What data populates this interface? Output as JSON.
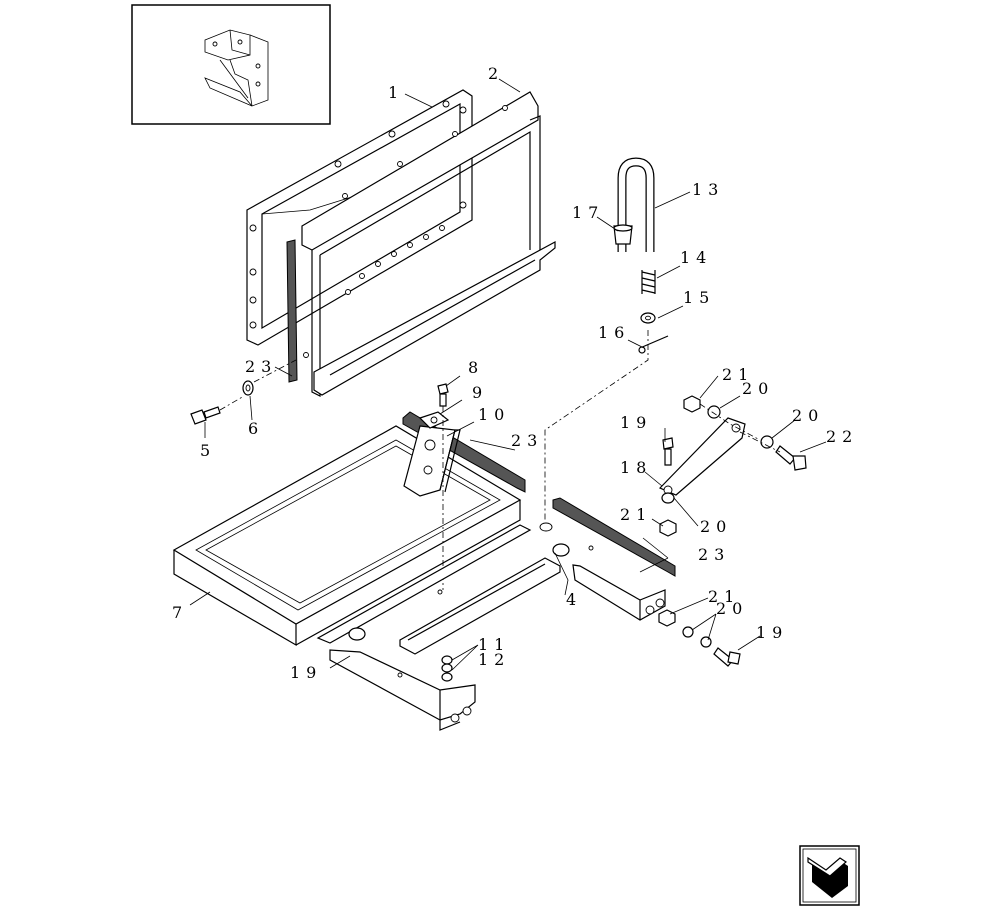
{
  "callouts": {
    "c1": "1",
    "c2": "2",
    "c4": "4",
    "c5": "5",
    "c6": "6",
    "c7": "7",
    "c8": "8",
    "c9": "9",
    "c10": "10",
    "c11": "11",
    "c12": "12",
    "c13": "13",
    "c14": "14",
    "c15": "15",
    "c16": "16",
    "c17": "17",
    "c18": "18",
    "c19a": "19",
    "c19b": "19",
    "c19c": "19",
    "c20a": "20",
    "c20b": "20",
    "c20c": "20",
    "c20d": "20",
    "c21a": "21",
    "c21b": "21",
    "c21c": "21",
    "c22": "22",
    "c23a": "23",
    "c23b": "23",
    "c23c": "23"
  },
  "icons": {
    "next_page": "next-page-arrow-icon",
    "thumbnail": "assembly-location-thumbnail"
  }
}
